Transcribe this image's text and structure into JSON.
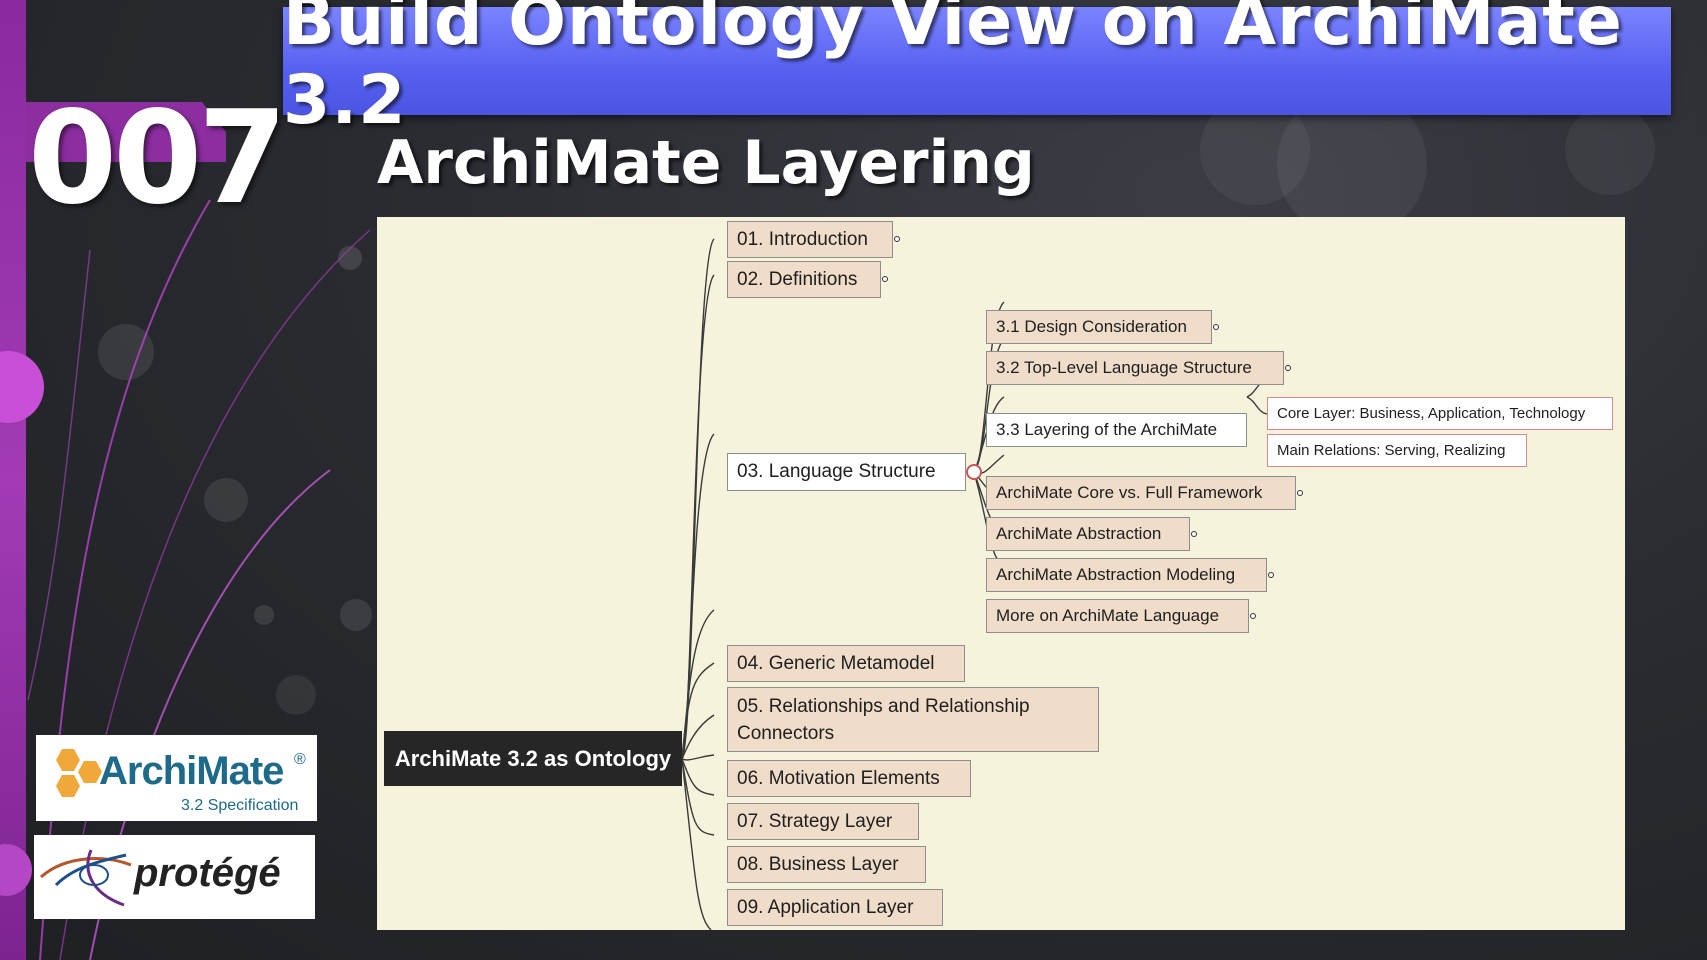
{
  "title": "Build Ontology View on ArchiMate 3.2",
  "episode_number": "007",
  "subtitle": "ArchiMate Layering",
  "colors": {
    "banner": "#5660f0",
    "accent_purple": "#8c2da0",
    "canvas_background": "#f6f3dc",
    "node_fill": "#efdcc9",
    "root_fill": "#262626"
  },
  "mindmap": {
    "root": "ArchiMate 3.2 as Ontology",
    "nodes": [
      "01. Introduction",
      "02. Definitions",
      "03. Language Structure",
      "04. Generic Metamodel",
      "05. Relationships and Relationship Connectors",
      "06. Motivation Elements",
      "07. Strategy Layer",
      "08. Business Layer",
      "09. Application Layer"
    ],
    "language_structure_children": [
      "3.1 Design Consideration",
      "3.2 Top-Level Language Structure",
      "3.3 Layering of the ArchiMate",
      "ArchiMate Core vs. Full Framework",
      "ArchiMate Abstraction",
      "ArchiMate Abstraction Modeling",
      "More on ArchiMate Language"
    ],
    "layering_children": [
      "Core Layer: Business, Application, Technology",
      "Main Relations: Serving, Realizing"
    ]
  },
  "logos": {
    "archimate_word": "ArchiMate",
    "archimate_registered": "®",
    "archimate_spec": "3.2 Specification",
    "protege_word": "protégé"
  }
}
